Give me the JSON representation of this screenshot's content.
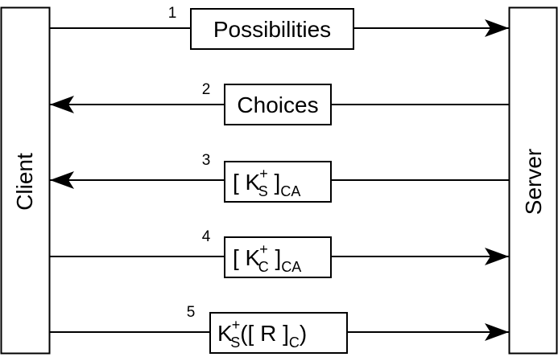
{
  "participants": {
    "client": "Client",
    "server": "Server"
  },
  "messages": [
    {
      "number": "1",
      "direction": "client-to-server",
      "label": "Possibilities"
    },
    {
      "number": "2",
      "direction": "server-to-client",
      "label": "Choices"
    },
    {
      "number": "3",
      "direction": "server-to-client",
      "label": {
        "open": "[ K",
        "sup": "+",
        "sub": "S",
        "close": " ]",
        "outer_sub": "CA"
      }
    },
    {
      "number": "4",
      "direction": "client-to-server",
      "label": {
        "open": "[ K",
        "sup": "+",
        "sub": "C",
        "close": " ]",
        "outer_sub": "CA"
      }
    },
    {
      "number": "5",
      "direction": "client-to-server",
      "label": {
        "open": "K",
        "sup": "+",
        "sub": "S",
        "middle": "([ R ]",
        "inner_sub": "C",
        "close": ")"
      }
    }
  ],
  "colors": {
    "stroke": "#000000",
    "background": "#ffffff"
  }
}
